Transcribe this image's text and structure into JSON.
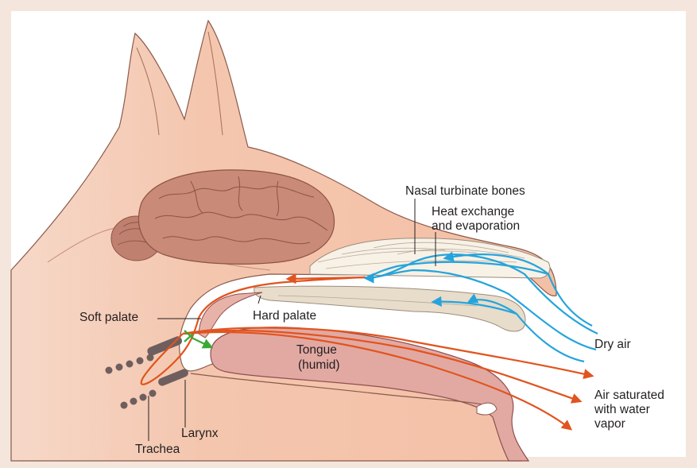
{
  "labels": {
    "nasal_turbinate_bones": "Nasal turbinate bones",
    "heat_exchange_1": "Heat exchange",
    "heat_exchange_2": "and evaporation",
    "soft_palate": "Soft palate",
    "hard_palate": "Hard palate",
    "tongue_1": "Tongue",
    "tongue_2": "(humid)",
    "dry_air": "Dry air",
    "air_saturated_1": "Air saturated",
    "air_saturated_2": "with water",
    "air_saturated_3": "vapor",
    "larynx": "Larynx",
    "trachea": "Trachea"
  },
  "colors": {
    "frame": "#f4e6dc",
    "background": "#ffffff",
    "skin": "#f4c6ae",
    "skin_outline": "#8a5a4a",
    "brain": "#c98a78",
    "brain_outline": "#8d5444",
    "bone": "#f7f1e6",
    "bone_outline": "#9c8c7c",
    "tongue": "#e2a9a2",
    "tongue_outline": "#8f4f4f",
    "dry_air": "#25a4dc",
    "moist_air": "#e1541f",
    "green_arrow": "#3aa935",
    "trachea_rings": "#6f5e5e"
  }
}
